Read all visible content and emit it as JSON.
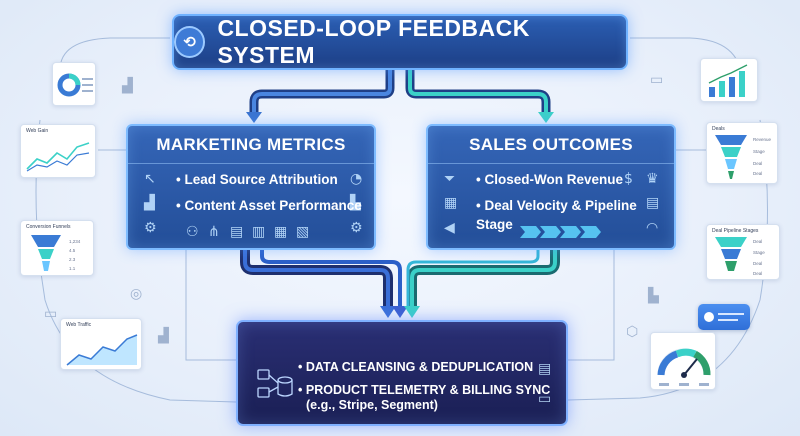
{
  "title": "CLOSED-LOOP FEEDBACK SYSTEM",
  "marketing": {
    "heading": "MARKETING METRICS",
    "items": [
      "Lead Source Attribution",
      "Content Asset Performance"
    ]
  },
  "sales": {
    "heading": "SALES OUTCOMES",
    "items": [
      "Closed-Won Revenue",
      "Deal Velocity & Pipeline Stage"
    ]
  },
  "data": {
    "item1": "DATA CLEANSING & DEDUPLICATION",
    "item2": "PRODUCT TELEMETRY & BILLING SYNC",
    "item2_sub": "(e.g., Stripe, Segment)"
  },
  "cards": {
    "web_gain": "Web Gain",
    "conversion_funnels": "Conversion Funnels",
    "web_traffic": "Web Traffic",
    "deals": "Deals",
    "deal_pipeline_stages": "Deal Pipeline Stages",
    "funnel_left_values": [
      "1,234",
      "4.5",
      "2.3",
      "1.1"
    ],
    "deals_funnel_labels": [
      "Revenue",
      "Stage",
      "Deal",
      "Deal"
    ],
    "pipeline_labels": [
      "Deal",
      "Stage",
      "Deal",
      "Deal"
    ]
  },
  "colors": {
    "panel": "#2b5fb4",
    "data_panel": "#1f2460",
    "accent_cyan": "#3ee0d0",
    "accent_blue": "#5aa0ff"
  }
}
